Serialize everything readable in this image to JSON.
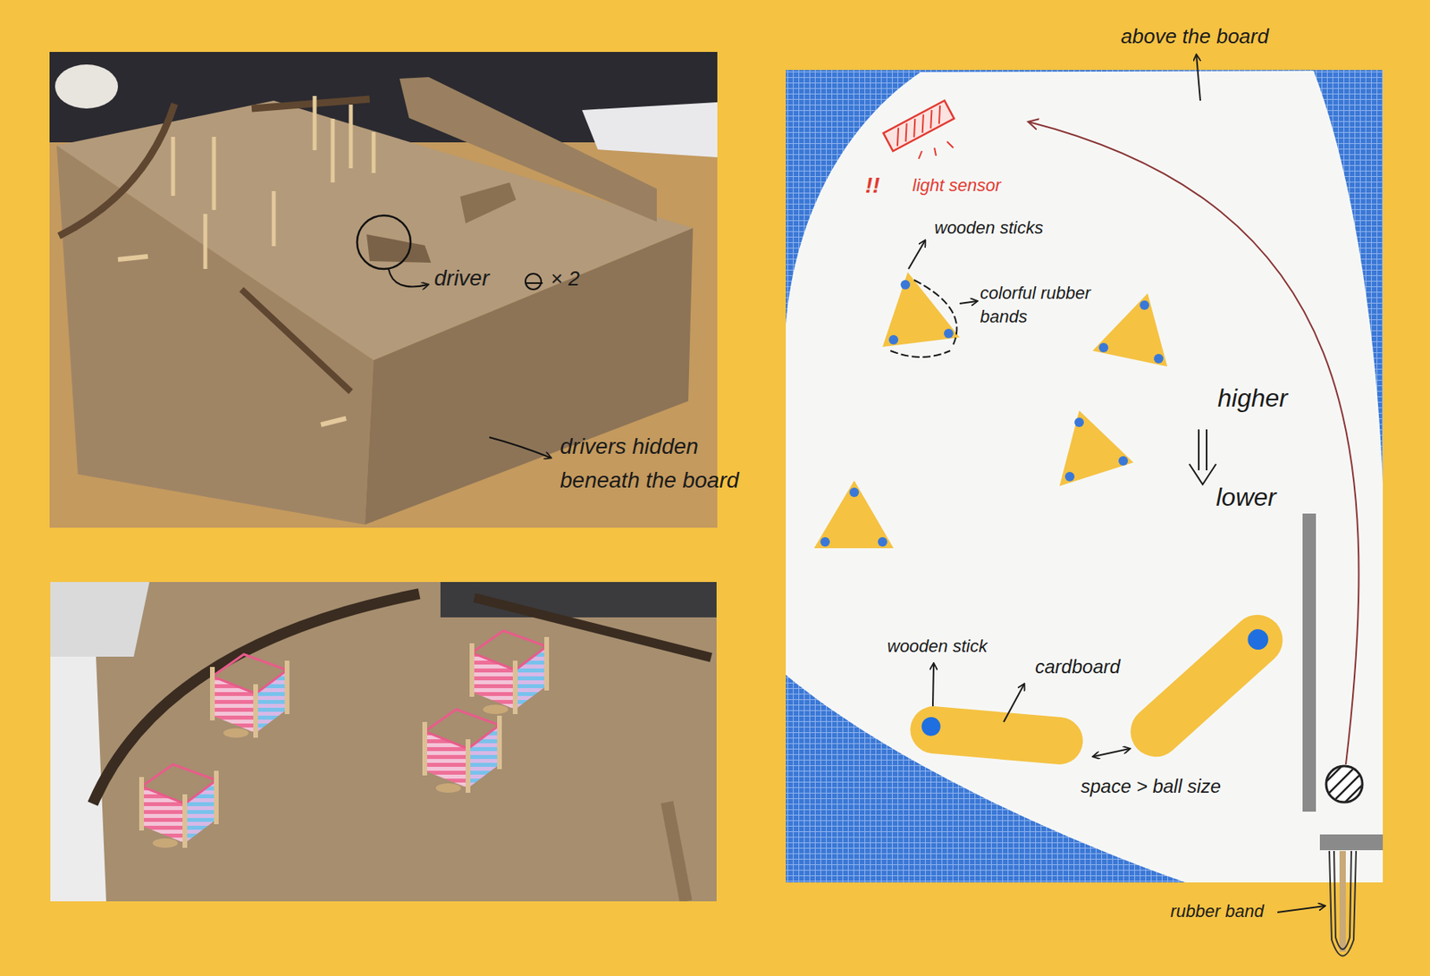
{
  "diagram": {
    "labels": [
      "driver",
      "× 2",
      "drivers hidden beneath the board",
      "above the board",
      "!!",
      "light sensor",
      "wooden sticks",
      "colorful rubber bands",
      "higher",
      "lower",
      "wooden stick",
      "cardboard",
      "space > ball size",
      "rubber band"
    ]
  }
}
